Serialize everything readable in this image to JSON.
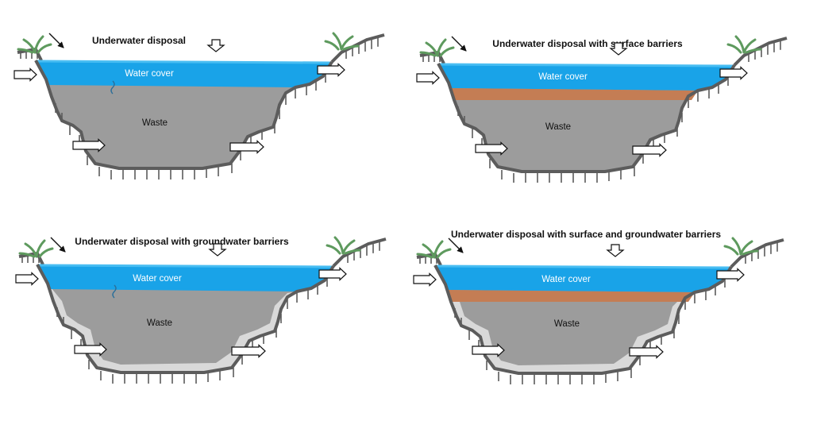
{
  "colors": {
    "water": "#19a3e8",
    "water_top": "#48bdf2",
    "waste": "#9c9c9c",
    "outline": "#5c5c5c",
    "surface_barrier": "#c47d54",
    "groundwater_barrier": "#d9d9d9",
    "plant": "#5e9a5e"
  },
  "panels": [
    {
      "title": "Underwater disposal",
      "water_label": "Water cover",
      "waste_label": "Waste",
      "surface_barrier": false,
      "groundwater_barrier": false
    },
    {
      "title": "Underwater disposal with surface barriers",
      "water_label": "Water cover",
      "waste_label": "Waste",
      "surface_barrier": true,
      "groundwater_barrier": false
    },
    {
      "title": "Underwater disposal with groundwater barriers",
      "water_label": "Water cover",
      "waste_label": "Waste",
      "surface_barrier": false,
      "groundwater_barrier": true
    },
    {
      "title": "Underwater disposal with surface and groundwater barriers",
      "water_label": "Water cover",
      "waste_label": "Waste",
      "surface_barrier": true,
      "groundwater_barrier": true
    }
  ]
}
